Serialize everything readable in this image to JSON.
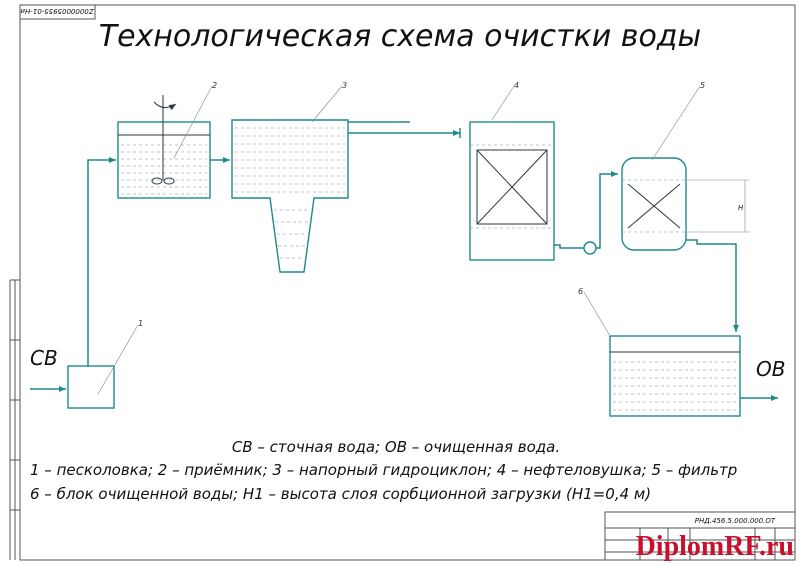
{
  "title": "Технологическая схема очистки воды",
  "stamp_code": "Z0000005955-01-Ни",
  "inlet_label": "СВ",
  "outlet_label": "ОВ",
  "units": [
    {
      "num": "1",
      "name": "песколовка"
    },
    {
      "num": "2",
      "name": "приёмник"
    },
    {
      "num": "3",
      "name": "напорный гидроциклон"
    },
    {
      "num": "4",
      "name": "нефтеловушка"
    },
    {
      "num": "5",
      "name": "фильтр"
    },
    {
      "num": "6",
      "name": "блок очищенной воды"
    }
  ],
  "legend": {
    "line1": "СВ – сточная вода; ОВ – очищенная вода.",
    "line2": "1 – песколовка; 2 – приёмник; 3 – напорный гидроциклон; 4 – нефтеловушка; 5 – фильтр",
    "line3": "6 – блок очищенной воды; H1 – высота слоя сорбционной загрузки (H1=0,4 м)"
  },
  "dimension_label": "H",
  "title_block": {
    "doc_code": "РНД.456.5.000.000.ОТ"
  },
  "watermark": "DiplomRF.ru"
}
